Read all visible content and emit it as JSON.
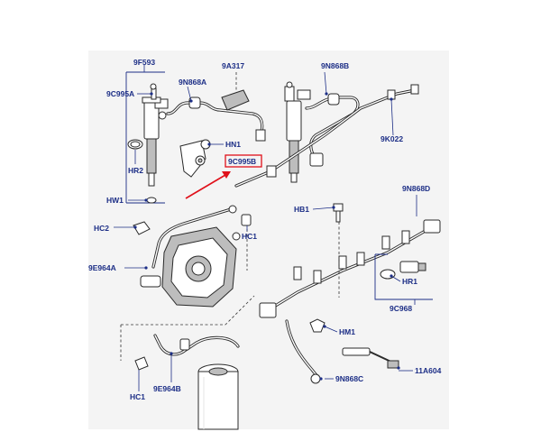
{
  "diagram": {
    "accent_color": "#1c2e86",
    "highlight_color": "#e0101a",
    "highlighted_part": "9C995B",
    "labels": {
      "p9F593": "9F593",
      "p9C995A": "9C995A",
      "p9N868A": "9N868A",
      "p9A317": "9A317",
      "p9N868B": "9N868B",
      "pHN1": "HN1",
      "pHR2_top": "HR2",
      "pHW1": "HW1",
      "p9C995B": "9C995B",
      "p9K022": "9K022",
      "p9N868D": "9N868D",
      "pHB1": "HB1",
      "pHC2": "HC2",
      "pHC1_top": "HC1",
      "p9E964A": "9E964A",
      "pHR1": "HR1",
      "p9C968": "9C968",
      "pHM1": "HM1",
      "pHC1_bottom": "HC1",
      "p9E964B": "9E964B",
      "p9N868C": "9N868C",
      "p11A604": "11A604"
    }
  }
}
